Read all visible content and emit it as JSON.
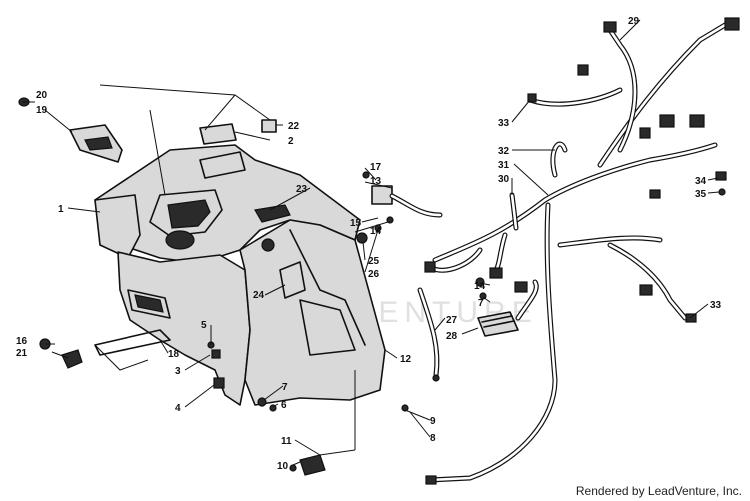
{
  "diagram": {
    "callouts": [
      "1",
      "2",
      "3",
      "4",
      "5",
      "6",
      "7",
      "8",
      "9",
      "10",
      "11",
      "12",
      "13",
      "14",
      "15",
      "16",
      "17",
      "18",
      "19",
      "20",
      "21",
      "22",
      "23",
      "24",
      "25",
      "26",
      "27",
      "28",
      "29",
      "30",
      "31",
      "32",
      "33",
      "34",
      "35",
      "14",
      "7",
      "33"
    ],
    "watermark": "LEADVENTURE",
    "footer": "Rendered by LeadVenture, Inc."
  }
}
